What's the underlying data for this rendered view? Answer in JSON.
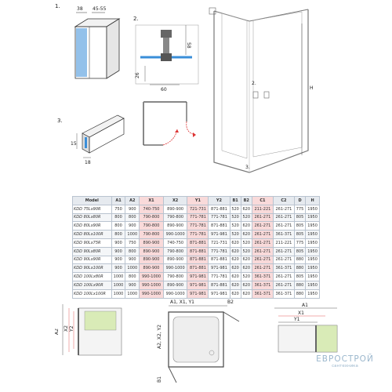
{
  "callouts": {
    "c1": "1.",
    "c2": "2.",
    "c3": "3."
  },
  "detail1": {
    "d38": "38",
    "d45": "45-55"
  },
  "detail2": {
    "d58": "58",
    "d26": "26",
    "d60": "60"
  },
  "detail3": {
    "d15": "15",
    "d18": "18"
  },
  "elevation": {
    "H": "H",
    "c2": "2.",
    "c3": "3."
  },
  "spec_table": {
    "headers": [
      "Model",
      "A1",
      "A2",
      "X1",
      "X2",
      "Y1",
      "Y2",
      "B1",
      "B2",
      "C1",
      "C2",
      "D",
      "H"
    ],
    "rows": [
      [
        "KDD 75Lx90R",
        "750",
        "900",
        "740-750",
        "890-900",
        "721-731",
        "871-881",
        "520",
        "620",
        "211-221",
        "261-271",
        "775",
        "1950"
      ],
      [
        "KDD 80Lx80R",
        "800",
        "800",
        "790-800",
        "790-800",
        "771-781",
        "771-781",
        "520",
        "520",
        "261-271",
        "261-271",
        "805",
        "1950"
      ],
      [
        "KDD 80Lx90R",
        "800",
        "900",
        "790-800",
        "890-900",
        "771-781",
        "871-881",
        "520",
        "620",
        "261-271",
        "261-271",
        "805",
        "1950"
      ],
      [
        "KDD 80Lx100R",
        "800",
        "1000",
        "790-800",
        "990-1000",
        "771-781",
        "971-981",
        "520",
        "620",
        "261-271",
        "361-371",
        "805",
        "1950"
      ],
      [
        "KDD 90Lx75R",
        "900",
        "750",
        "890-900",
        "740-750",
        "871-881",
        "721-731",
        "620",
        "520",
        "261-271",
        "211-221",
        "775",
        "1950"
      ],
      [
        "KDD 90Lx80R",
        "900",
        "800",
        "890-900",
        "790-800",
        "871-881",
        "771-781",
        "620",
        "520",
        "261-271",
        "261-271",
        "805",
        "1950"
      ],
      [
        "KDD 90Lx90R",
        "900",
        "900",
        "890-900",
        "890-900",
        "871-881",
        "871-881",
        "620",
        "620",
        "261-271",
        "261-271",
        "880",
        "1950"
      ],
      [
        "KDD 90Lx100R",
        "900",
        "1000",
        "890-900",
        "990-1000",
        "871-881",
        "971-981",
        "620",
        "620",
        "261-271",
        "361-371",
        "880",
        "1950"
      ],
      [
        "KDD 100Lx80R",
        "1000",
        "800",
        "990-1000",
        "790-800",
        "971-981",
        "771-781",
        "620",
        "520",
        "361-371",
        "261-271",
        "805",
        "1950"
      ],
      [
        "KDD 100Lx90R",
        "1000",
        "900",
        "990-1000",
        "890-900",
        "971-981",
        "871-881",
        "620",
        "620",
        "361-371",
        "261-271",
        "880",
        "1950"
      ],
      [
        "KDD 100Lx100R",
        "1000",
        "1000",
        "990-1000",
        "990-1000",
        "971-981",
        "971-981",
        "620",
        "620",
        "361-371",
        "361-371",
        "880",
        "1950"
      ]
    ]
  },
  "plan_left": {
    "A2": "A2",
    "X2": "X2",
    "Y2": "Y2"
  },
  "plan_center": {
    "A1Y1": "A1, X1, Y1",
    "B2": "B2",
    "A2X2Y2": "A2, X2, Y2",
    "B1": "B1"
  },
  "plan_right": {
    "A1": "A1",
    "X1": "X1",
    "Y1": "Y1"
  },
  "watermark": {
    "brand": "ЕВРОСТРОЙ",
    "tag": "сантехника"
  }
}
